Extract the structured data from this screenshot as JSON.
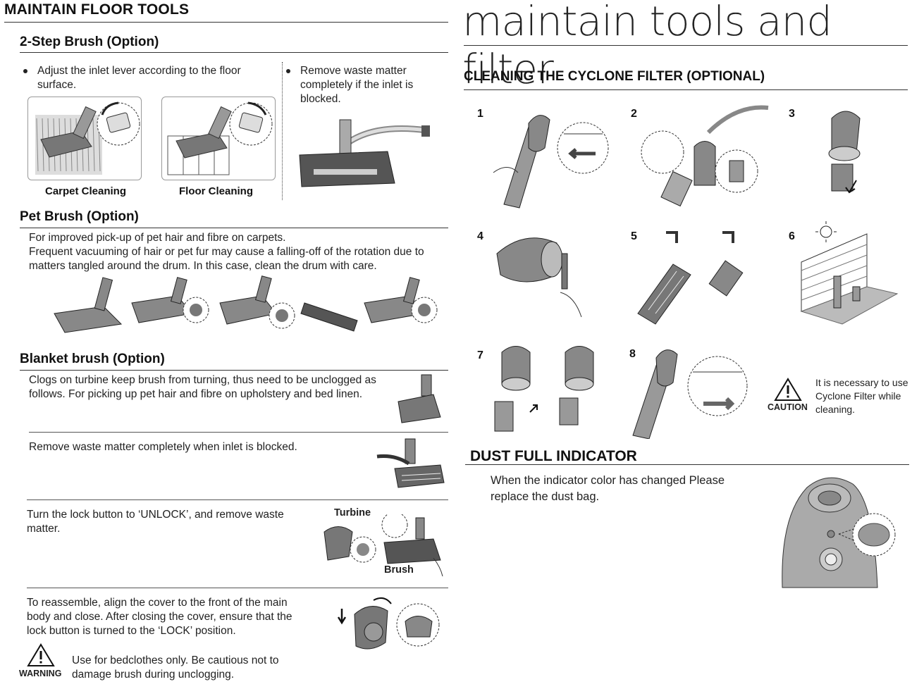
{
  "left": {
    "section_title": "MAINTAIN FLOOR TOOLS",
    "two_step": {
      "title": "2-Step Brush (Option)",
      "bullet1": "Adjust the inlet lever according to the floor surface.",
      "bullet2": "Remove waste matter completely if the inlet is blocked.",
      "caption_carpet": "Carpet Cleaning",
      "caption_floor": "Floor Cleaning"
    },
    "pet": {
      "title": "Pet Brush (Option)",
      "line1": "For improved pick-up of pet hair and fibre on carpets.",
      "line2": "Frequent vacuuming of hair or pet fur may cause a falling-off of the rotation due to matters tangled around the drum. In this case, clean the drum with care."
    },
    "blanket": {
      "title": "Blanket brush (Option)",
      "text1": "Clogs on turbine keep brush from turning, thus need to be unclogged as follows. For picking up pet hair and fibre on upholstery and bed linen.",
      "text2": "Remove waste matter completely when inlet is blocked.",
      "text3": "Turn the lock button to ‘UNLOCK’, and remove waste matter.",
      "label_turbine": "Turbine",
      "label_brush": "Brush",
      "text4": "To reassemble, align the cover to the front of the main body and close. After closing the cover, ensure that the lock button is turned to the ‘LOCK’ position.",
      "warning_label": "WARNING",
      "warning_text": "Use for bedclothes only. Be cautious not to damage brush during unclogging."
    }
  },
  "right": {
    "page_title": "maintain tools and filter",
    "cyclone": {
      "title": "CLEANING THE CYCLONE FILTER (OPTIONAL)",
      "steps": [
        "1",
        "2",
        "3",
        "4",
        "5",
        "6",
        "7",
        "8"
      ],
      "caution_label": "CAUTION",
      "caution_text": "It is necessary to use Cyclone Filter while cleaning."
    },
    "dust": {
      "title": "DUST FULL INDICATOR",
      "text": "When the indicator color has changed Please replace the dust bag."
    }
  }
}
